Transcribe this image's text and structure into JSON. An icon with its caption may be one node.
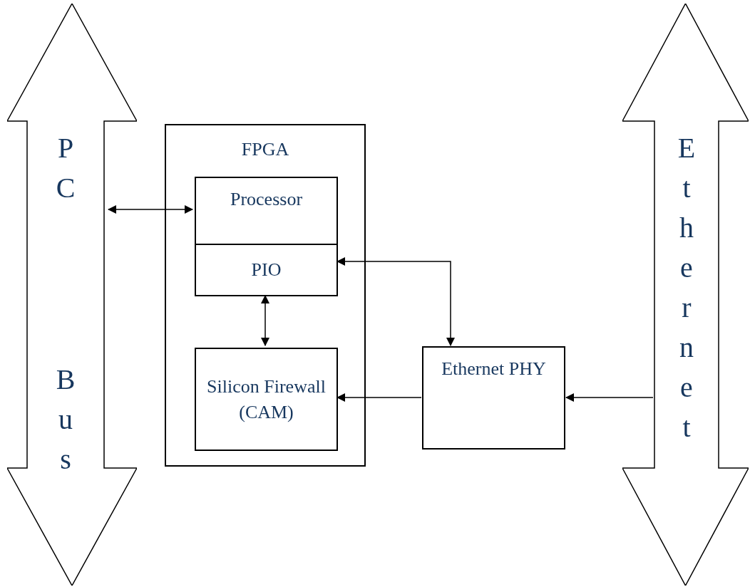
{
  "diagram": {
    "nodes": [
      {
        "text": [
          "PC",
          "Bus"
        ]
      },
      {
        "text": [
          "FPGA"
        ]
      },
      {
        "text": [
          "Processor"
        ],
        "in": 1
      },
      {
        "text": [
          "PIO"
        ],
        "in": 1
      },
      {
        "text": [
          "Silicon Firewall (CAM)"
        ],
        "in": 1
      },
      {
        "text": [
          "Ethernet PHY"
        ]
      },
      {
        "text": [
          "Ethernet"
        ]
      }
    ],
    "edges": [
      {
        "from": 0,
        "to": 2,
        "arrow": "both"
      },
      {
        "from": 3,
        "to": 5,
        "arrow": "both"
      },
      {
        "from": 3,
        "to": 4,
        "arrow": "both"
      },
      {
        "from": 5,
        "to": 4,
        "arrow": "to"
      },
      {
        "from": 6,
        "to": 5,
        "arrow": "to"
      }
    ]
  }
}
